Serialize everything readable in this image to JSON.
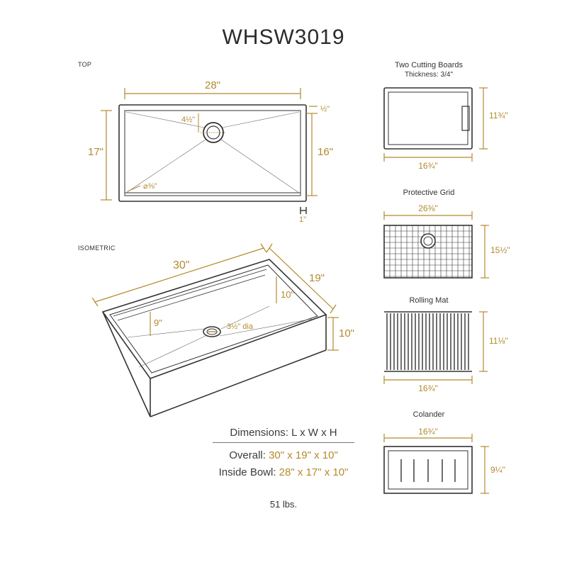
{
  "title": "WHSW3019",
  "top_view": {
    "label": "TOP",
    "width": "28\"",
    "depth": "17\"",
    "inner_depth": "16\"",
    "ledge": "½\"",
    "drain_offset": "4½\"",
    "corner_radius": "⌀⅜\"",
    "rail": "1\""
  },
  "isometric_view": {
    "label": "ISOMETRIC",
    "length": "30\"",
    "width": "19\"",
    "back_depth": "10\"",
    "front_depth": "9\"",
    "drain": "3½\" dia",
    "height": "10\""
  },
  "accessories": {
    "cutting_boards": {
      "title": "Two Cutting Boards",
      "subtitle": "Thickness: 3/4\"",
      "width": "16¾\"",
      "height": "11¾\""
    },
    "grid": {
      "title": "Protective Grid",
      "width": "26⅜\"",
      "height": "15½\""
    },
    "mat": {
      "title": "Rolling Mat",
      "width": "16¾\"",
      "height": "11⅛\""
    },
    "colander": {
      "title": "Colander",
      "width": "16¾\"",
      "height": "9¼\""
    }
  },
  "dimensions": {
    "heading": "Dimensions: L x W x H",
    "overall_label": "Overall:",
    "overall_value": "30\" x 19\" x 10\"",
    "inside_label": "Inside Bowl:",
    "inside_value": "28\" x 17\" x 10\"",
    "weight": "51 lbs."
  },
  "colors": {
    "accent": "#b38a2e",
    "line": "#333333"
  }
}
